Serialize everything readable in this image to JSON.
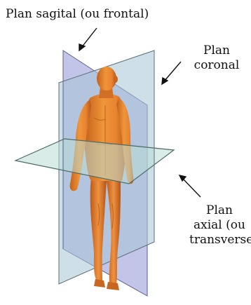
{
  "labels": {
    "sagittal": "Plan sagital (ou frontal)",
    "coronal_line1": "Plan",
    "coronal_line2": "coronal",
    "axial_line1": "Plan",
    "axial_line2": "axial (ou",
    "axial_line3": "transverse)"
  },
  "colors": {
    "sagittal_plane": "#8f94d6",
    "coronal_plane": "#a8c4d6",
    "axial_plane": "#b9dcd6",
    "skin": "#e8852e",
    "skin_shadow": "#b35a17"
  }
}
